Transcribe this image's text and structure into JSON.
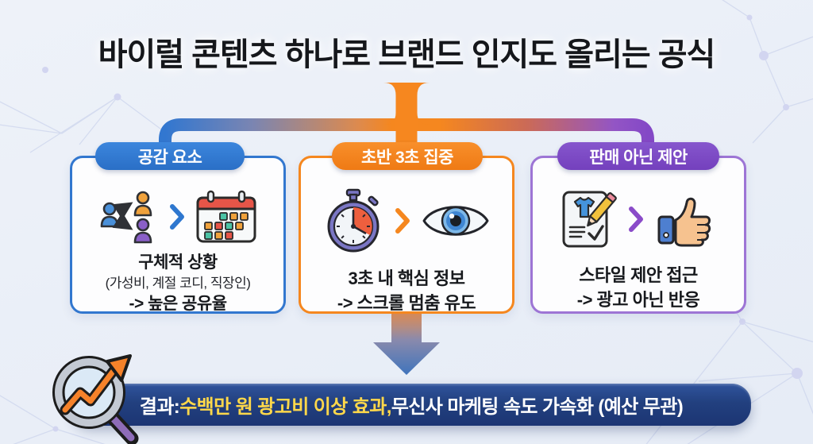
{
  "title": "바이럴 콘텐츠 하나로 브랜드 인지도 올리는 공식",
  "colors": {
    "blue_accent": "#2e77cf",
    "orange_accent": "#f5821f",
    "purple_accent": "#7c47c6",
    "navy_bar": "#22407f",
    "yellow_highlight": "#ffd84a",
    "background": "#edf1f8"
  },
  "boxes": [
    {
      "badge": "공감 요소",
      "icons": [
        "share-people-icon",
        "chevron-right-icon",
        "calendar-icon"
      ],
      "lines": {
        "l1": "구체적 상황",
        "l2": "(가성비, 계절 코디, 직장인)",
        "l3": "-> 높은 공유율"
      }
    },
    {
      "badge": "초반 3초 집중",
      "icons": [
        "stopwatch-icon",
        "chevron-right-icon",
        "eye-icon"
      ],
      "lines": {
        "l1": "3초 내 핵심 정보",
        "l2": "-> 스크롤 멈춤 유도"
      }
    },
    {
      "badge": "판매 아닌 제안",
      "icons": [
        "style-document-icon",
        "chevron-right-icon",
        "thumbs-up-icon"
      ],
      "lines": {
        "l1": "스타일 제안 접근",
        "l2": "-> 광고 아닌 반응"
      }
    }
  ],
  "result": {
    "prefix": "결과: ",
    "highlight": "수백만 원 광고비 이상 효과,",
    "rest": " 무신사 마케팅 속도 가속화 (예산 무관)"
  }
}
